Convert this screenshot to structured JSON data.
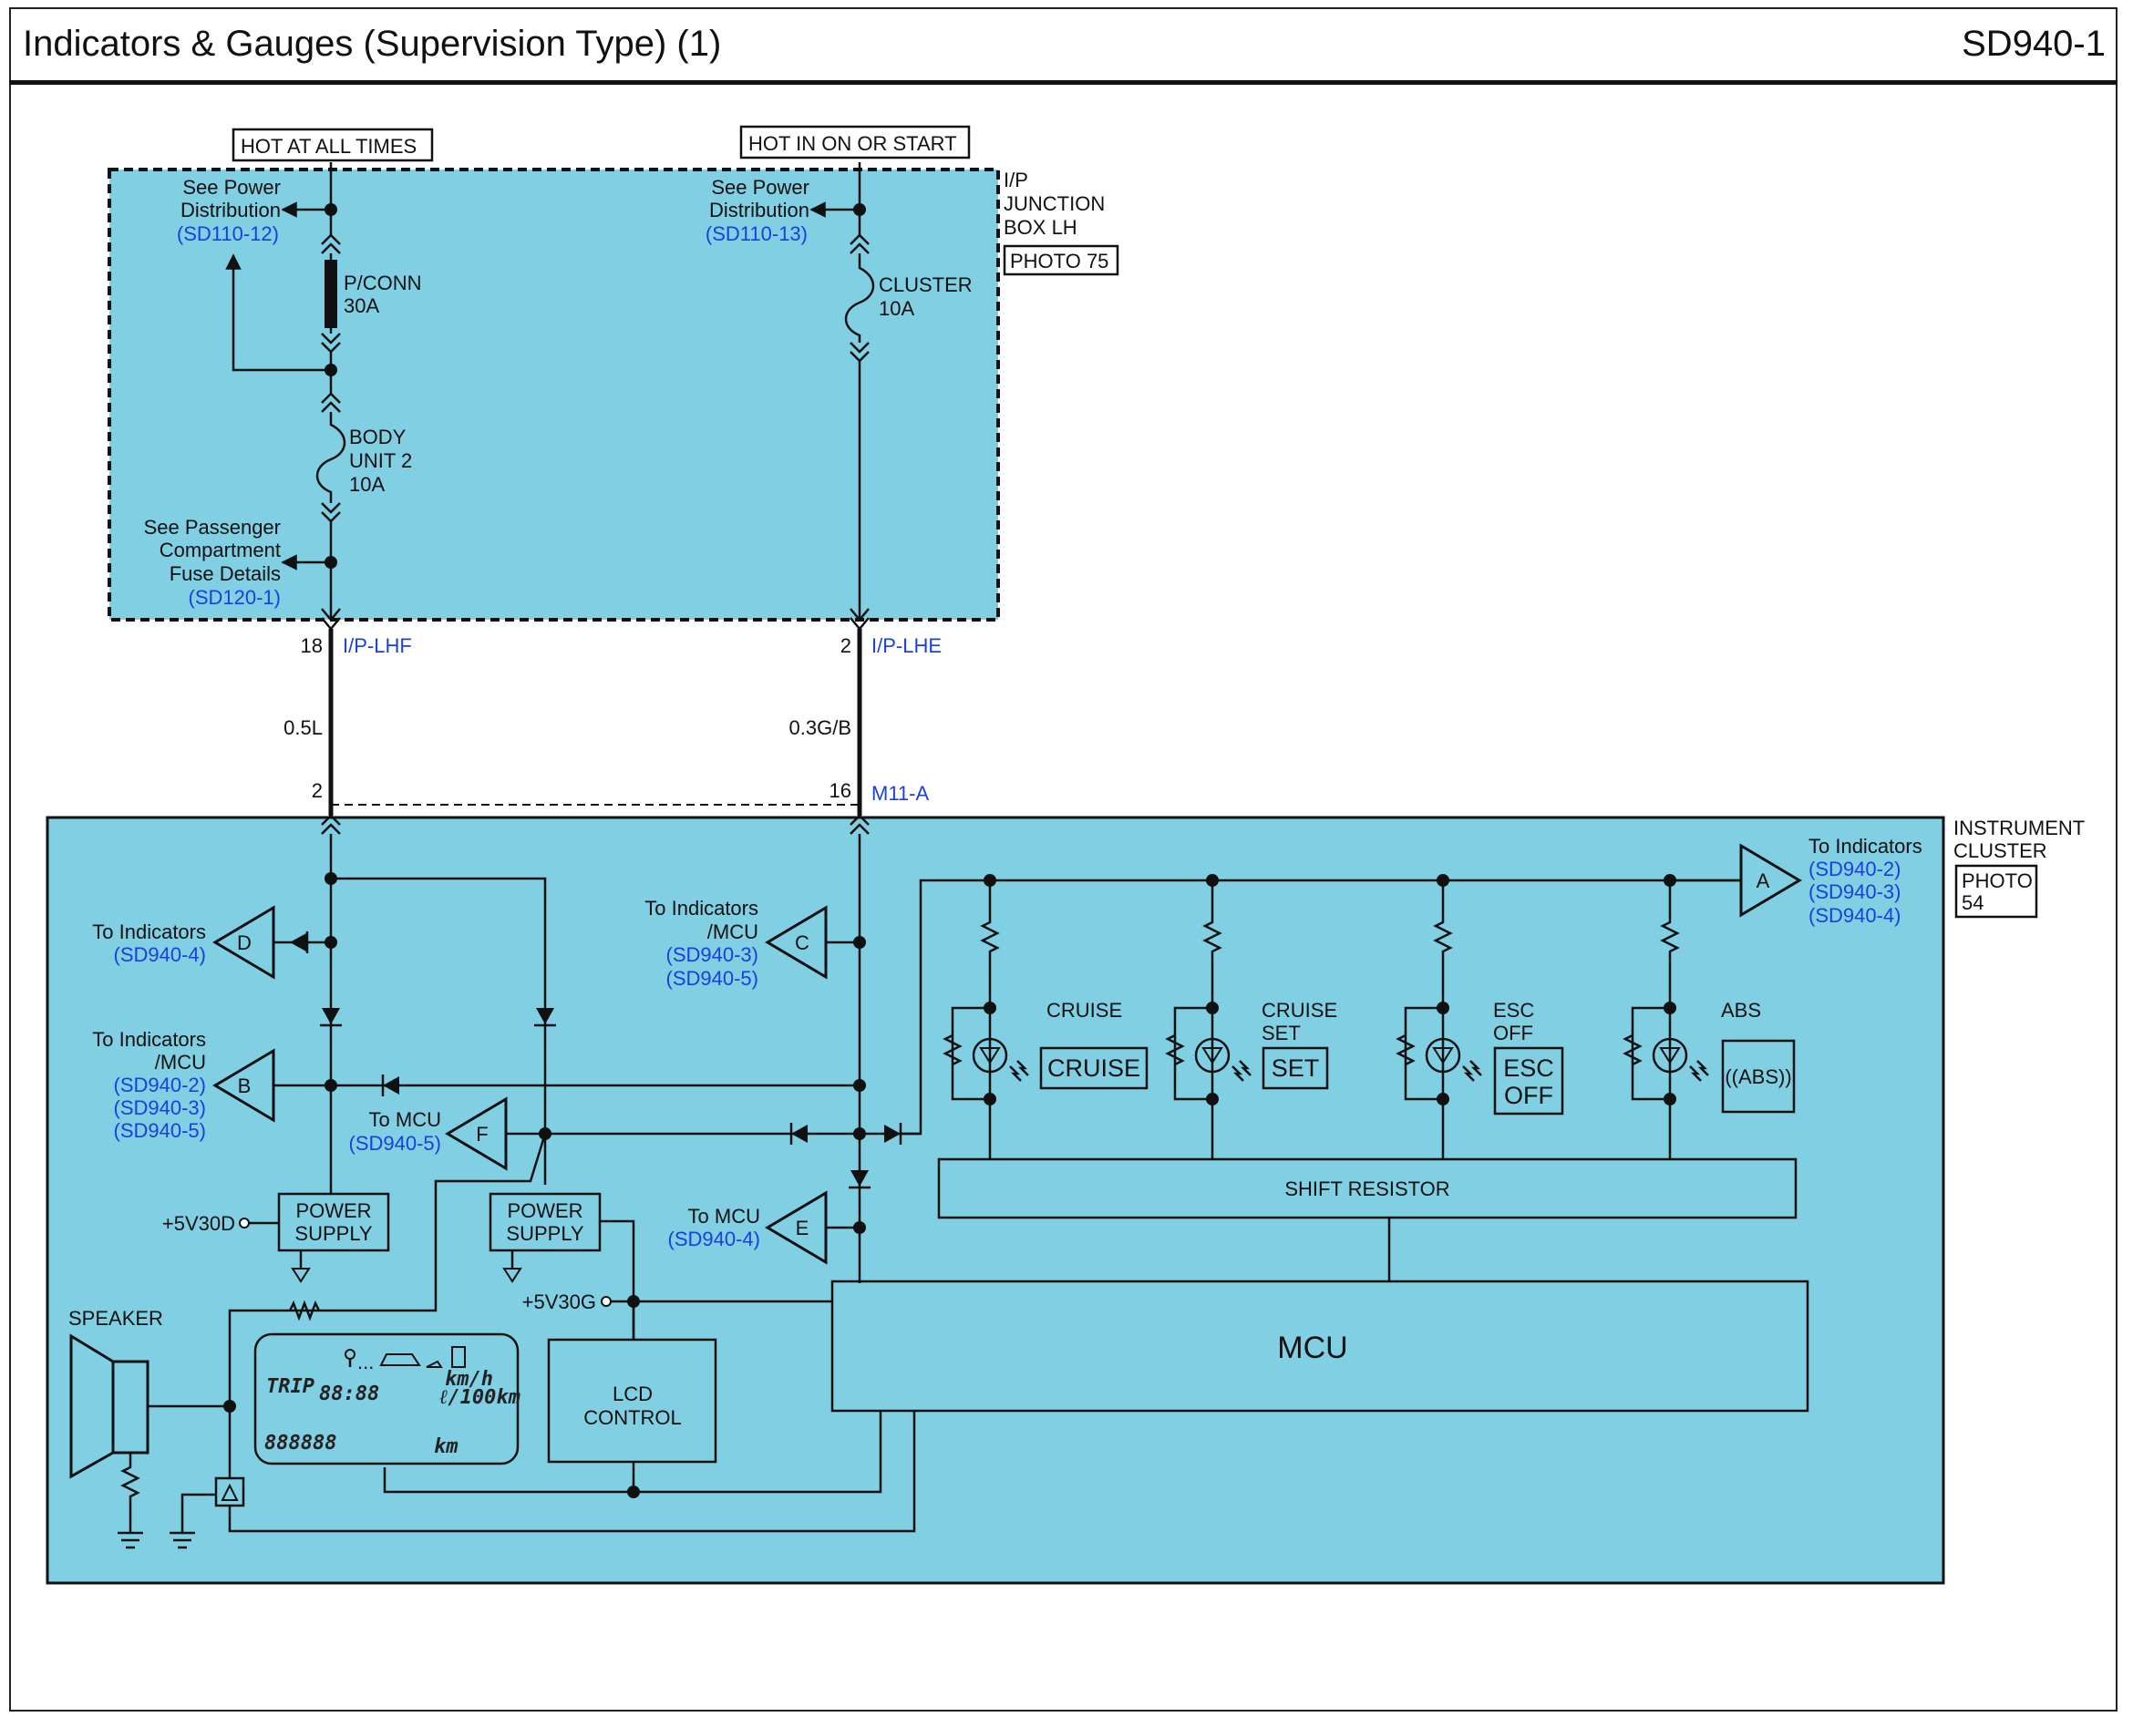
{
  "header": {
    "title": "Indicators & Gauges (Supervision Type) (1)",
    "page_code": "SD940-1"
  },
  "junction_box": {
    "name_lines": [
      "I/P",
      "JUNCTION",
      "BOX LH"
    ],
    "photo": "PHOTO 75",
    "hot_at_all_times": "HOT AT ALL TIMES",
    "hot_in_on_or_start": "HOT IN ON OR START",
    "see_power_left_lines": [
      "See Power",
      "Distribution"
    ],
    "see_power_left_ref": "(SD110-12)",
    "see_power_right_lines": [
      "See Power",
      "Distribution"
    ],
    "see_power_right_ref": "(SD110-13)",
    "fuse_pconn_lines": [
      "P/CONN",
      "30A"
    ],
    "fuse_body_lines": [
      "BODY",
      "UNIT 2",
      "10A"
    ],
    "fuse_cluster_lines": [
      "CLUSTER",
      "10A"
    ],
    "passenger_lines": [
      "See Passenger",
      "Compartment",
      "Fuse Details"
    ],
    "passenger_ref": "(SD120-1)"
  },
  "wiring": {
    "pin_left_top": "18",
    "conn_left": "I/P-LHF",
    "pin_right_top": "2",
    "conn_right": "I/P-LHE",
    "wire_left": "0.5L",
    "wire_right": "0.3G/B",
    "pin_left_bottom": "2",
    "pin_right_bottom": "16",
    "conn_cluster": "M11-A"
  },
  "cluster": {
    "name_lines": [
      "INSTRUMENT",
      "CLUSTER"
    ],
    "photo_lines": [
      "PHOTO",
      "54"
    ],
    "ind_a": {
      "letter": "A",
      "label": "To Indicators",
      "refs": [
        "(SD940-2)",
        "(SD940-3)",
        "(SD940-4)"
      ]
    },
    "ind_b": {
      "letter": "B",
      "label_lines": [
        "To Indicators",
        "/MCU"
      ],
      "refs": [
        "(SD940-2)",
        "(SD940-3)",
        "(SD940-5)"
      ]
    },
    "ind_c": {
      "letter": "C",
      "label_lines": [
        "To Indicators",
        "/MCU"
      ],
      "refs": [
        "(SD940-3)",
        "(SD940-5)"
      ]
    },
    "ind_d": {
      "letter": "D",
      "label": "To Indicators",
      "refs": [
        "(SD940-4)"
      ]
    },
    "ind_e": {
      "letter": "E",
      "label": "To MCU",
      "refs": [
        "(SD940-4)"
      ]
    },
    "ind_f": {
      "letter": "F",
      "label": "To MCU",
      "refs": [
        "(SD940-5)"
      ]
    },
    "lamps": [
      {
        "title_lines": [
          "CRUISE"
        ],
        "symbol_lines": [
          "CRUISE"
        ]
      },
      {
        "title_lines": [
          "CRUISE",
          "SET"
        ],
        "symbol_lines": [
          "SET"
        ]
      },
      {
        "title_lines": [
          "ESC",
          "OFF"
        ],
        "symbol_lines": [
          "ESC",
          "OFF"
        ]
      },
      {
        "title_lines": [
          "ABS"
        ],
        "symbol_lines": [
          "((ABS))"
        ]
      }
    ],
    "shift_resistor": "SHIFT RESISTOR",
    "mcu": "MCU",
    "power_supply_left_lines": [
      "POWER",
      "SUPPLY"
    ],
    "power_supply_right_lines": [
      "POWER",
      "SUPPLY"
    ],
    "v30d": "+5V30D",
    "v30g": "+5V30G",
    "speaker": "SPEAKER",
    "lcd_control_lines": [
      "LCD",
      "CONTROL"
    ],
    "lcd_display": {
      "trip": "TRIP",
      "digits_top": "88:88",
      "unit_top_1": "km/h",
      "unit_top_2": "ℓ/100km",
      "digits_bottom": "888888",
      "unit_bottom": "km"
    }
  },
  "colors": {
    "box_fill": "#80cfe3",
    "reference_text": "#1a3fe0",
    "line": "#111111"
  }
}
